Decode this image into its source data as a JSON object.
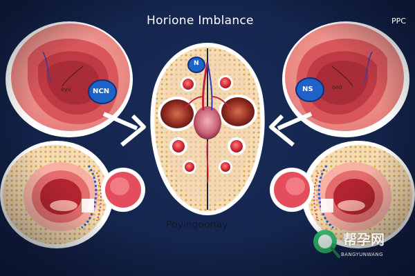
{
  "title": "Horione Imblance",
  "corner_text": "PPC",
  "caption": "Poyingoonay",
  "left_panel": {
    "small_label": "oyo",
    "badge_label": "NCN",
    "badge_color": "#1f63c8"
  },
  "right_panel": {
    "small_label": "ooo",
    "badge_label": "NS",
    "badge_color": "#1f63c8"
  },
  "center_badge_label": "N",
  "watermark": {
    "chinese": "帮孕网",
    "latin": "BANGYUNWANG"
  },
  "colors": {
    "background": "#14254d",
    "tissue_light": "#f6a79d",
    "tissue_dark": "#b6333e",
    "ovary_center": "#f2d5b4",
    "arrow": "#ffffff"
  },
  "icons": [
    "medical-illustration-ovaries",
    "arrow-right-icon",
    "arrow-left-icon",
    "watermark-magnifier-icon"
  ]
}
